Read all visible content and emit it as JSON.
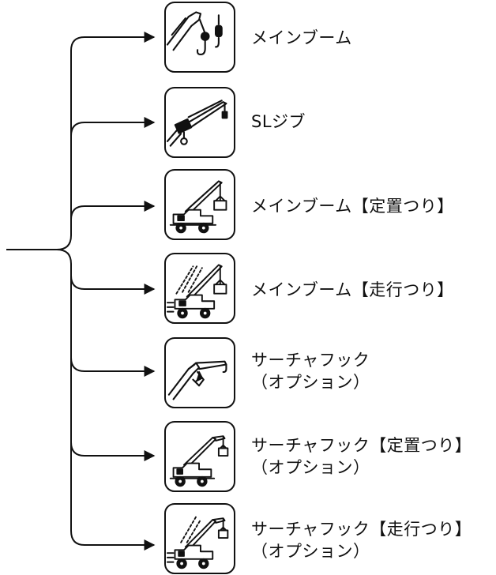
{
  "modes": [
    {
      "icon": "main-boom-icon",
      "label": "メインブーム",
      "sublabel": ""
    },
    {
      "icon": "sl-jib-icon",
      "label": "SLジブ",
      "sublabel": ""
    },
    {
      "icon": "crane-stationary-icon",
      "label": "メインブーム【定置つり】",
      "sublabel": ""
    },
    {
      "icon": "crane-traveling-icon",
      "label": "メインブーム【走行つり】",
      "sublabel": ""
    },
    {
      "icon": "surcharge-hook-icon",
      "label": "サーチャフック",
      "sublabel": "（オプション）"
    },
    {
      "icon": "crane-jib-stationary-icon",
      "label": "サーチャフック【定置つり】",
      "sublabel": "（オプション）"
    },
    {
      "icon": "crane-jib-traveling-icon",
      "label": "サーチャフック【走行つり】",
      "sublabel": "（オプション）"
    }
  ]
}
